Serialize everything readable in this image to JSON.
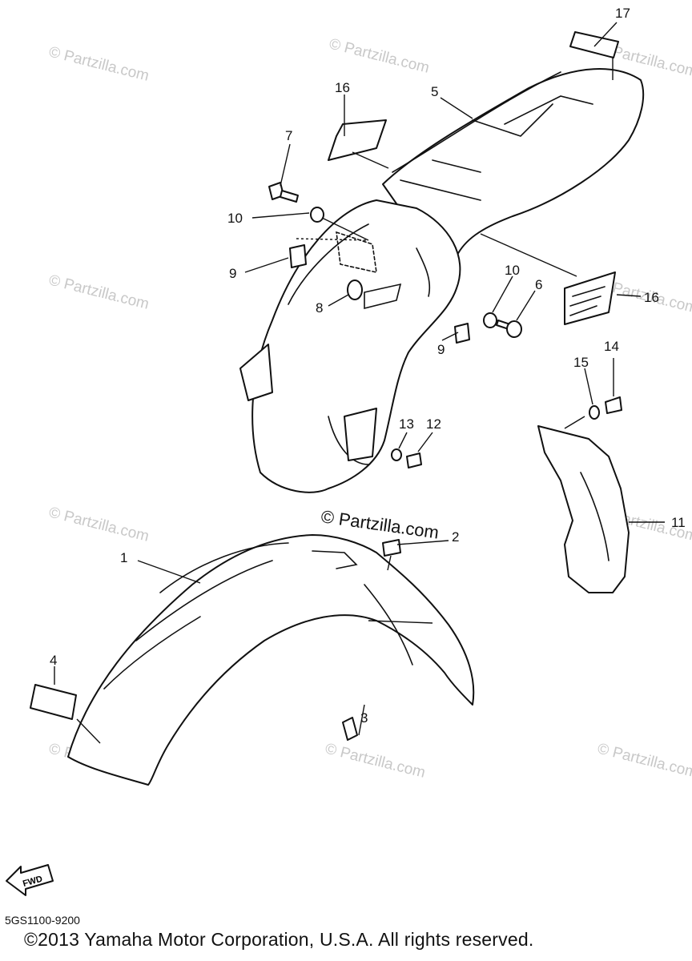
{
  "watermark": "© Partzilla.com",
  "center_watermark": "© Partzilla.com",
  "callouts": [
    "17",
    "16",
    "5",
    "7",
    "10",
    "9",
    "8",
    "10",
    "6",
    "9",
    "16",
    "15",
    "14",
    "13",
    "12",
    "11",
    "2",
    "1",
    "4",
    "3"
  ],
  "fwd_label": "FWD",
  "part_code": "5GS1100-9200",
  "copyright": "©2013 Yamaha Motor Corporation, U.S.A. All rights reserved."
}
